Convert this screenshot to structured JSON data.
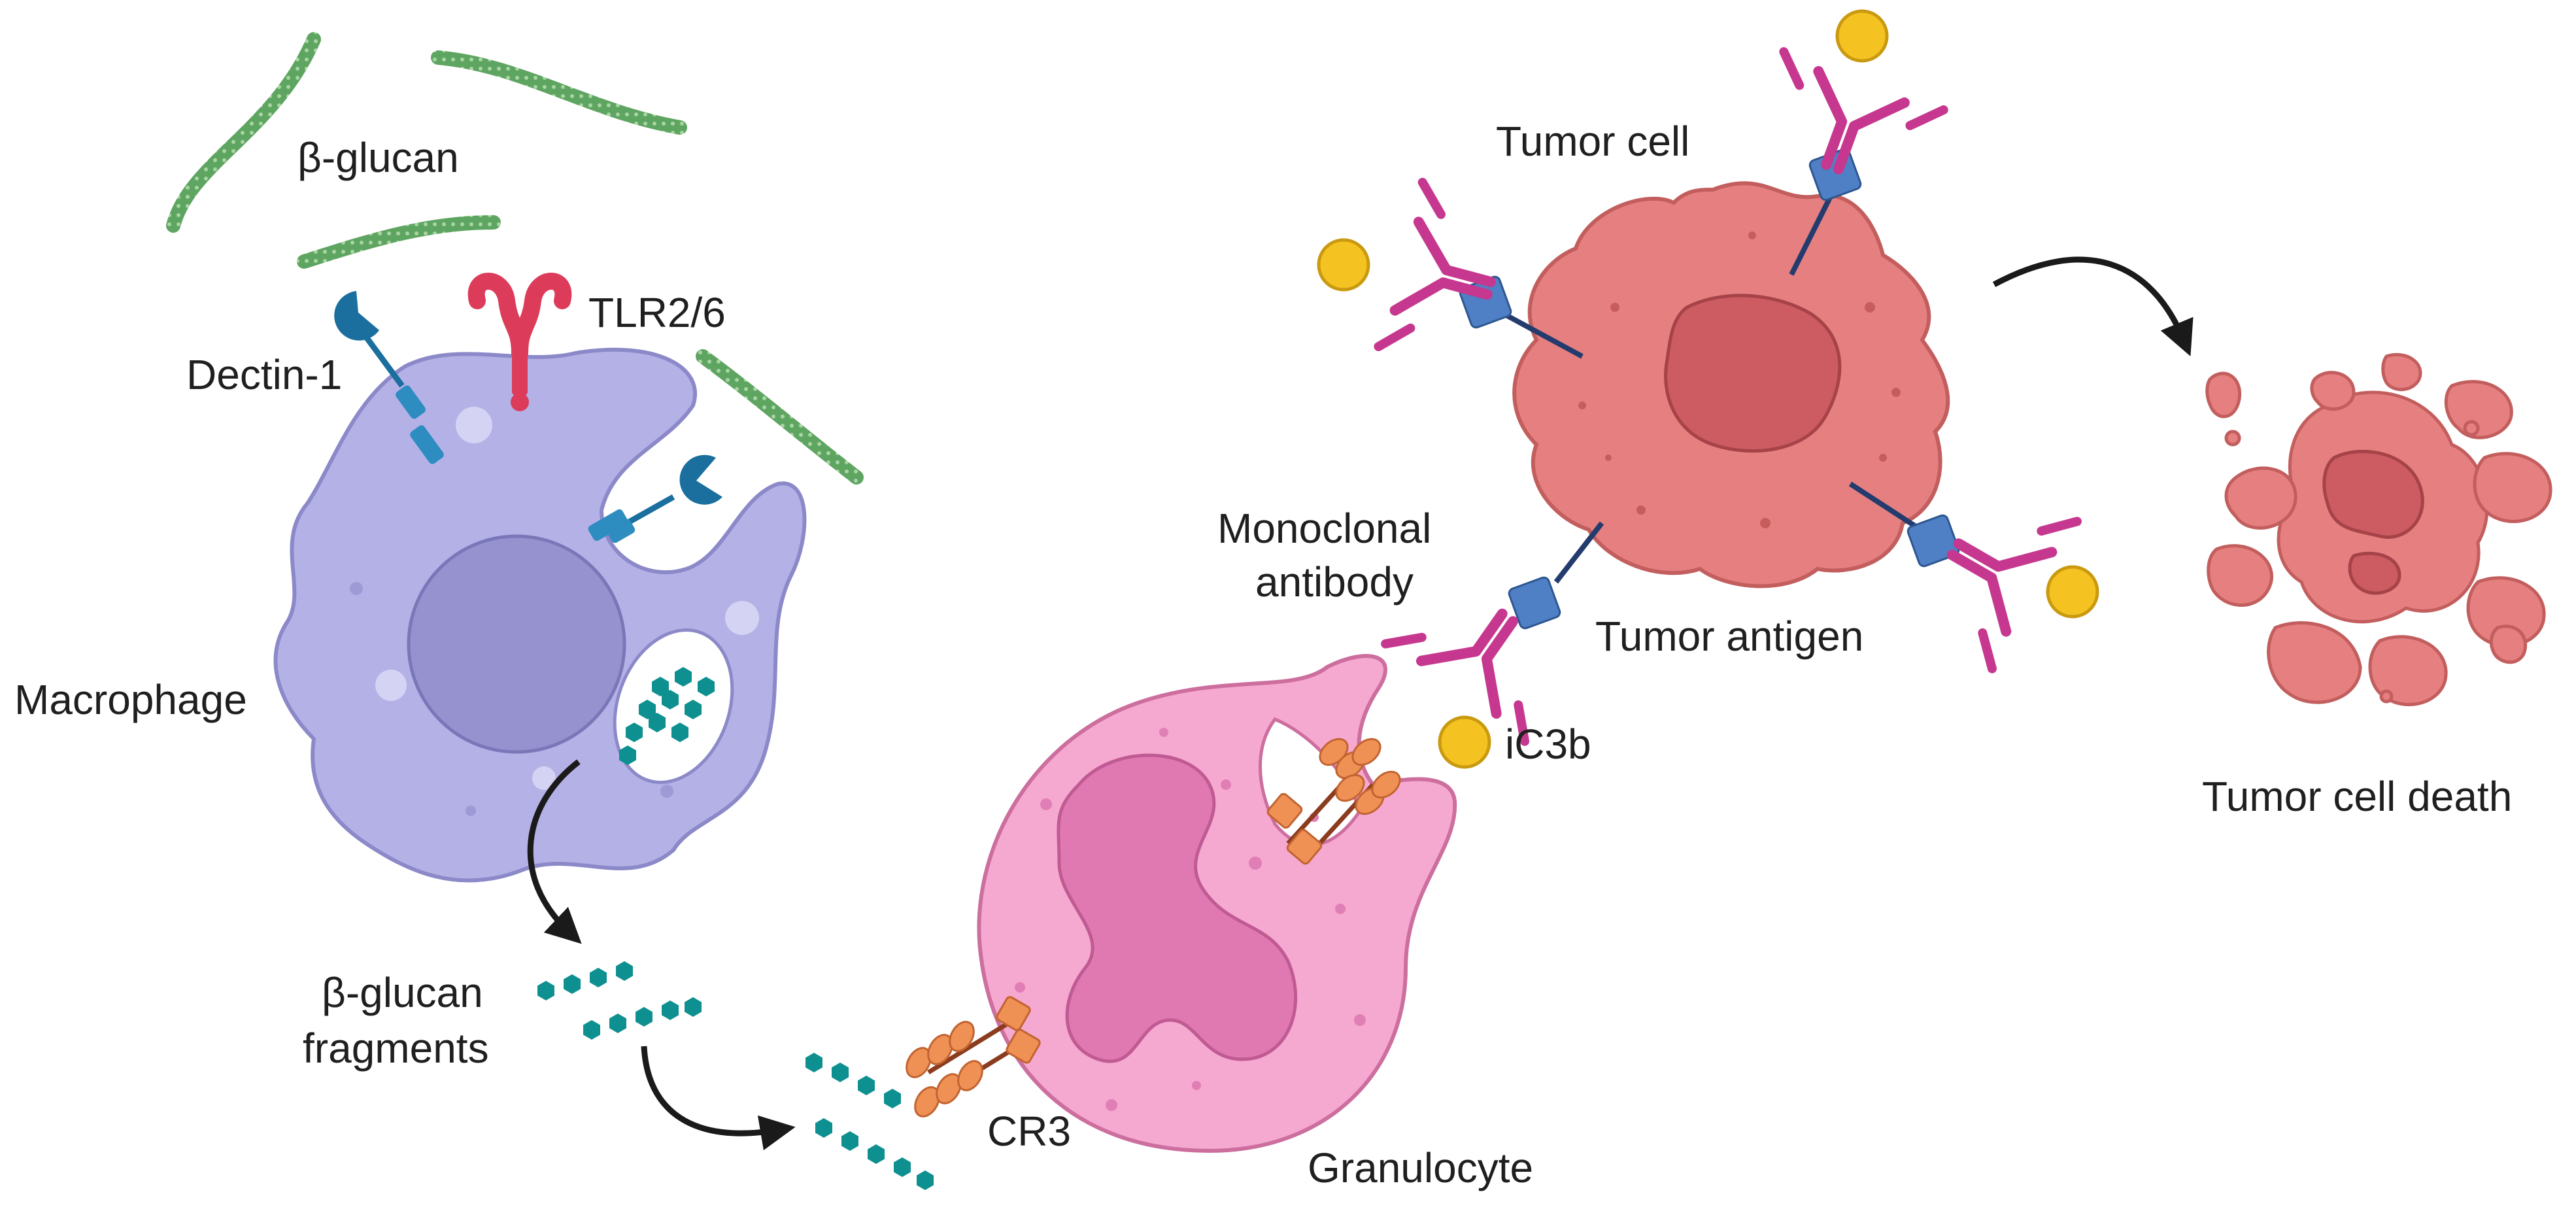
{
  "labels": {
    "beta_glucan": "β-glucan",
    "tlr": "TLR2/6",
    "dectin": "Dectin-1",
    "macrophage": "Macrophage",
    "fragments_line1": "β-glucan",
    "fragments_line2": "fragments",
    "cr3": "CR3",
    "granulocyte": "Granulocyte",
    "mab_line1": "Monoclonal",
    "mab_line2": "antibody",
    "ic3b": "iC3b",
    "tumor_cell": "Tumor cell",
    "tumor_antigen": "Tumor antigen",
    "tumor_cell_death": "Tumor cell death"
  },
  "colors": {
    "macrophage": "#b3b1e6",
    "macrophage_nucleus": "#9592cf",
    "granulocyte": "#f5a8d0",
    "granulocyte_nucleus": "#e079b1",
    "tumor": "#e68080",
    "tumor_nucleus": "#cc5b62",
    "glucan": "#5fa562",
    "fragment": "#0f9090",
    "antibody": "#c6388f",
    "antigen": "#4f7fc4",
    "ic3b": "#f4c221",
    "cr3": "#ef9155",
    "dectin": "#1a6f9e",
    "tlr": "#dc3c5a",
    "arrow": "#1a1a1a"
  }
}
